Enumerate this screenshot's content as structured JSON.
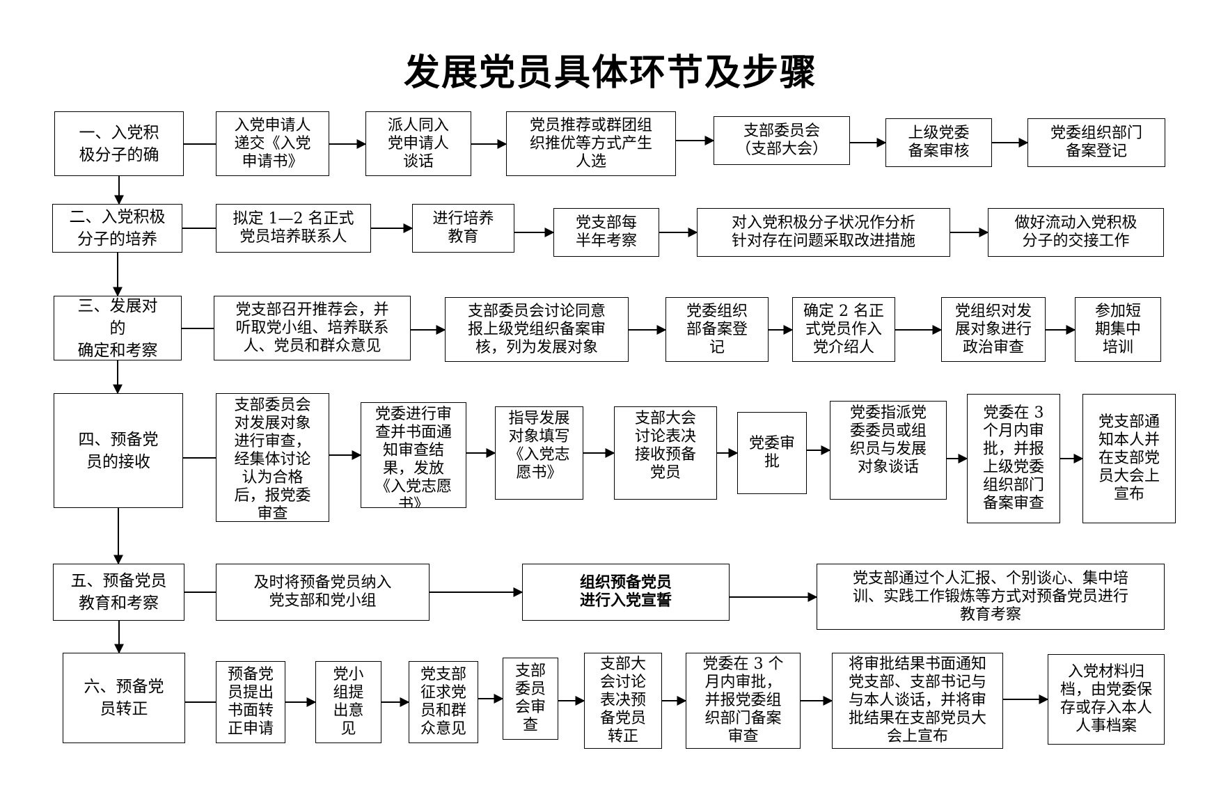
{
  "title": "发展党员具体环节及步骤",
  "rows": [
    {
      "stage": "一、入党积\n极分子的确",
      "steps": [
        "入党申请人\n递交《入党\n申请书》",
        "派人同入\n党申请人\n谈话",
        "党员推荐或群团组\n织推优等方式产生\n人选",
        "支部委员会\n（支部大会）",
        "上级党委\n备案审核",
        "党委组织部门\n备案登记"
      ]
    },
    {
      "stage": "二、入党积极\n分子的培养",
      "steps": [
        "拟定 1—2 名正式\n党员培养联系人",
        "进行培养\n教育",
        "党支部每\n半年考察",
        "对入党积极分子状况作分析\n针对存在问题采取改进措施",
        "做好流动入党积极\n分子的交接工作"
      ]
    },
    {
      "stage": "三、发展对\n的\n确定和考察",
      "steps": [
        "党支部召开推荐会，并\n听取党小组、培养联系\n人、党员和群众意见",
        "支部委员会讨论同意\n报上级党组织备案审\n核，列为发展对象",
        "党委组织\n部备案登\n记",
        "确定 2 名正\n式党员作入\n党介绍人",
        "党组织对发\n展对象进行\n政治审查",
        "参加短\n期集中\n培训"
      ]
    },
    {
      "stage": "四、预备党\n员的接收",
      "steps": [
        "支部委员会\n对发展对象\n进行审查，\n经集体讨论\n认为合格\n后，报党委\n审查",
        "党委进行审\n查并书面通\n知审查结\n果，发放\n《入党志愿\n书》",
        "指导发展\n对象填写\n《入党志\n愿书》",
        "支部大会\n讨论表决\n接收预备\n党员",
        "党委审\n批",
        "党委指派党\n委委员或组\n织员与发展\n对象谈话",
        "党委在 3\n个月内审\n批，并报\n上级党委\n组织部门\n备案审查",
        "党支部通\n知本人并\n在支部党\n员大会上\n宣布"
      ]
    },
    {
      "stage": "五、预备党员\n教育和考察",
      "steps": [
        "及时将预备党员纳入\n党支部和党小组",
        "组织预备党员\n进行入党宣誓",
        "党支部通过个人汇报、个别谈心、集中培\n训、实践工作锻炼等方式对预备党员进行\n教育考察"
      ]
    },
    {
      "stage": "六、预备党\n员转正",
      "steps": [
        "预备党\n员提出\n书面转\n正申请",
        "党小\n组提\n出意\n见",
        "党支部\n征求党\n员和群\n众意见",
        "支部\n委员\n会审\n查",
        "支部大\n会讨论\n表决预\n备党员\n转正",
        "党委在 3 个\n月内审批，\n并报党委组\n织部门备案\n审查",
        "将审批结果书面通知\n党支部、支部书记与\n与本人谈话，并将审\n批结果在支部党员大\n会上宣布",
        "入党材料归\n档，由党委保\n存或存入本人\n人事档案"
      ]
    }
  ]
}
